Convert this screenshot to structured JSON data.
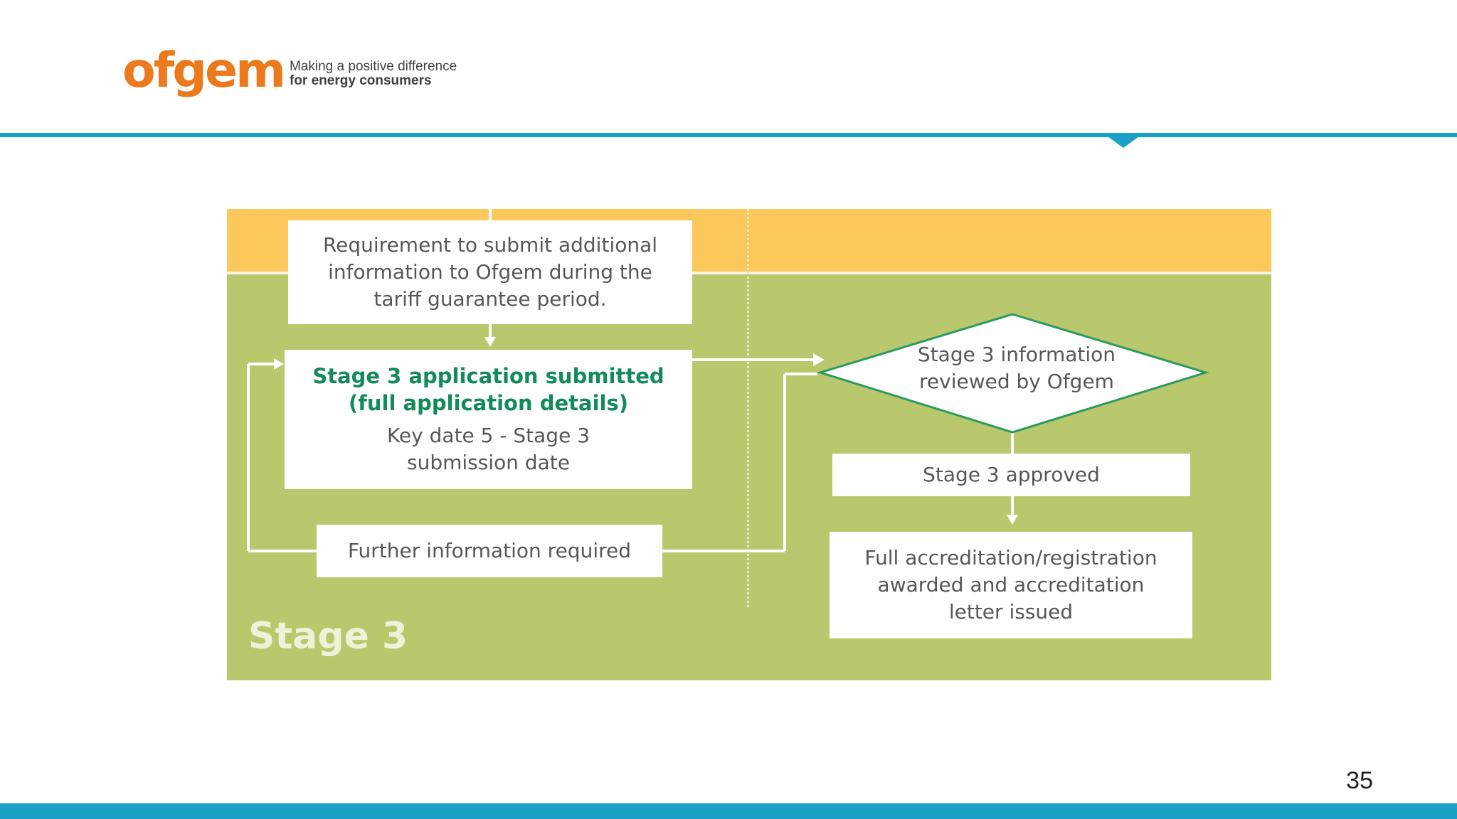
{
  "header": {
    "logo_text": "ofgem",
    "tagline_line1": "Making a positive difference",
    "tagline_line2": "for energy consumers"
  },
  "colors": {
    "brand_orange": "#ec7a1d",
    "rule_blue": "#1aa1c7",
    "band_yellow": "#fdc85b",
    "stage_green": "#b9c86c",
    "accent_green": "#128a5a"
  },
  "diagram": {
    "requirement_box": "Requirement to submit additional information to Ofgem during the tariff guarantee period.",
    "submitted_title_line1": "Stage 3 application submitted",
    "submitted_title_line2": "(full application details)",
    "submitted_key_date_line1": "Key date 5 - Stage 3",
    "submitted_key_date_line2": "submission date",
    "further_info": "Further information required",
    "review_line1": "Stage 3 information",
    "review_line2": "reviewed by Ofgem",
    "approved": "Stage 3 approved",
    "accreditation": "Full accreditation/registration awarded and accreditation letter issued",
    "stage_label": "Stage 3"
  },
  "footer": {
    "page_number": "35"
  }
}
